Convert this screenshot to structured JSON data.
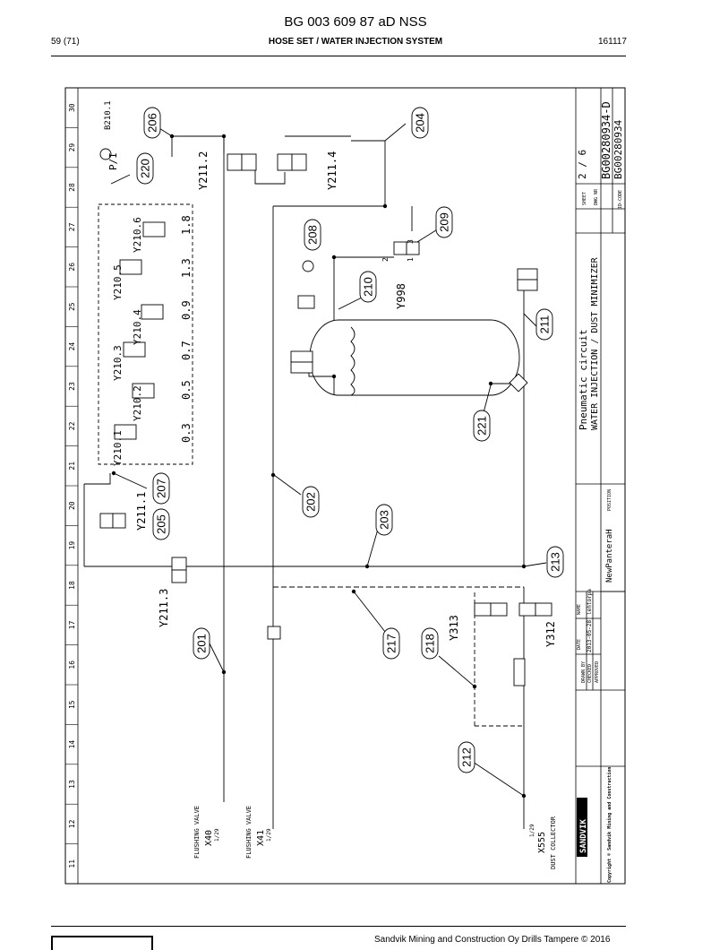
{
  "header": {
    "doc_title": "BG 003 609 87 aD NSS",
    "page": "59 (71)",
    "section": "HOSE SET / WATER INJECTION SYSTEM",
    "code": "161117"
  },
  "footer": {
    "company": "Sandvik Mining and Construction Oy Drills Tampere © 2016"
  },
  "frame": {
    "zones": [
      "11",
      "12",
      "13",
      "14",
      "15",
      "16",
      "17",
      "18",
      "19",
      "20",
      "21",
      "22",
      "23",
      "24",
      "25",
      "26",
      "27",
      "28",
      "29",
      "30"
    ]
  },
  "components": {
    "pressure_switch": "P/I",
    "pressure_switch_ref": "B210.1",
    "valves_211": [
      "Y211.2",
      "Y211.4",
      "Y211.1",
      "Y211.3"
    ],
    "valves_210": [
      "Y210.1",
      "Y210.2",
      "Y210.3",
      "Y210.4",
      "Y210.5",
      "Y210.6"
    ],
    "flow_rates": [
      "0.3",
      "0.5",
      "0.7",
      "0.9",
      "1.3",
      "1.8"
    ],
    "valve_y998": "Y998",
    "port_1": "1",
    "port_2": "2",
    "port_3": "3",
    "valve_y313": "Y313",
    "valve_y312": "Y312"
  },
  "callouts": [
    "206",
    "204",
    "220",
    "208",
    "209",
    "210",
    "211",
    "221",
    "207",
    "202",
    "205",
    "203",
    "213",
    "217",
    "218",
    "201",
    "212"
  ],
  "connections": {
    "flushing_valve_1": {
      "label": "FLUSHING VALVE",
      "ref": "X40",
      "page": "1/29"
    },
    "flushing_valve_2": {
      "label": "FLUSHING VALVE",
      "ref": "X41",
      "page": "1/29"
    },
    "dust_collector": {
      "label": "DUST COLLECTOR",
      "ref": "X555",
      "page": "1/29"
    }
  },
  "title_block": {
    "sheet_label": "SHEET",
    "sheet": "2 / 6",
    "dwg_label": "DWG NR",
    "dwg_nr": "BG00280934-D",
    "idcode_label": "ID-CODE",
    "id_code": "BG00280934",
    "title_line1": "Pneumatic circuit",
    "title_line2": "WATER INJECTION / DUST MINIMIZER",
    "machine": "NewPanteraH",
    "position_label": "POSITION",
    "drawn_label": "DRAWN BY",
    "checked_label": "CHECKED",
    "approved_label": "APPROVED",
    "date_label": "DATE",
    "date": "2013-05-28",
    "name_label": "NAME",
    "name": "lehtorpa",
    "company": "SANDVIK",
    "copyright": "Copyright © Sandvik Mining and Construction"
  },
  "colors": {
    "ink": "#000000",
    "paper": "#ffffff"
  }
}
